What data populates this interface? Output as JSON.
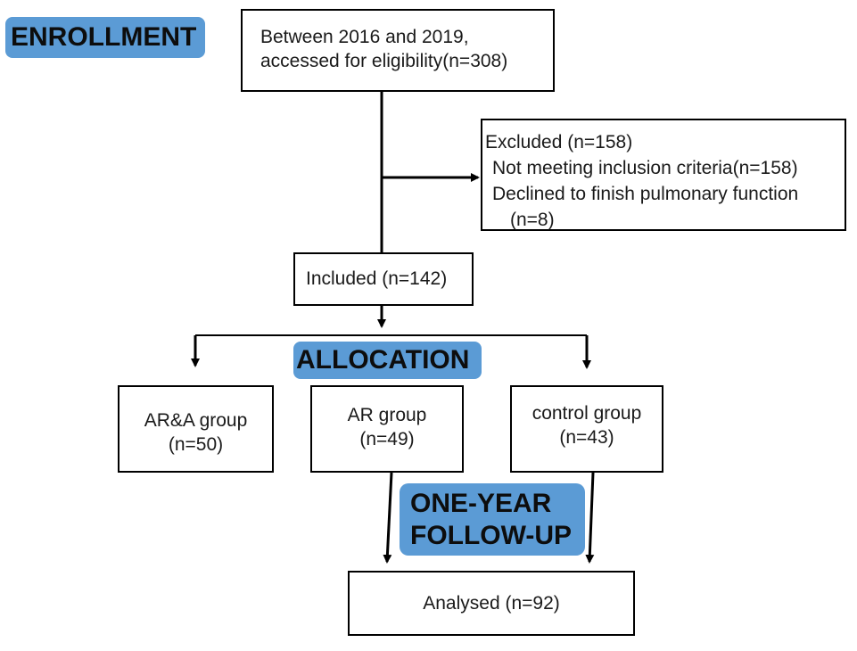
{
  "stages": {
    "enrollment": "ENROLLMENT",
    "allocation": "ALLOCATION",
    "followup_line1": "ONE-YEAR",
    "followup_line2": "FOLLOW-UP"
  },
  "eligibility": {
    "line1": "Between 2016 and 2019,",
    "line2": "accessed for eligibility(n=308)"
  },
  "excluded": {
    "title": "Excluded (n=158)",
    "reason1": "Not meeting inclusion criteria(n=158)",
    "reason2": "Declined to finish pulmonary function",
    "reason2_count": "(n=8)"
  },
  "included": "Included (n=142)",
  "groups": [
    {
      "name": "AR&A group",
      "count": "(n=50)"
    },
    {
      "name": "AR group",
      "count": "(n=49)"
    },
    {
      "name": "control group",
      "count": "(n=43)"
    }
  ],
  "analysed": "Analysed (n=92)",
  "colors": {
    "stage_tag": "#5b9bd5",
    "border": "#000000"
  }
}
